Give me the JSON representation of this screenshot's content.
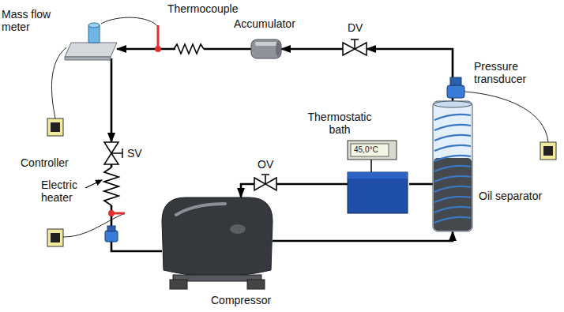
{
  "diagram": {
    "nodes": [
      {
        "text": [
          "Mass flow meter"
        ]
      },
      {
        "text": [
          "Accumulator"
        ]
      },
      {
        "text": [
          "DV"
        ]
      },
      {
        "text": [
          "Oil separator"
        ]
      },
      {
        "text": [
          "Thermostatic bath",
          "45,0°C"
        ]
      },
      {
        "text": [
          "OV"
        ]
      },
      {
        "text": [
          "Compressor"
        ]
      },
      {
        "text": [
          "SV"
        ]
      },
      {
        "text": [
          "Electric heater"
        ]
      }
    ],
    "edges": [
      {
        "from": 6,
        "to": 3,
        "arrow": "to"
      },
      {
        "from": 3,
        "to": 2,
        "arrow": "to"
      },
      {
        "from": 2,
        "to": 1,
        "arrow": "to"
      },
      {
        "from": 1,
        "to": 0,
        "arrow": "to"
      },
      {
        "from": 0,
        "to": 7,
        "arrow": "to"
      },
      {
        "from": 7,
        "to": 8,
        "arrow": "none"
      },
      {
        "from": 8,
        "to": 6,
        "arrow": "none"
      },
      {
        "from": 3,
        "to": 4,
        "arrow": "none"
      },
      {
        "from": 4,
        "to": 5,
        "arrow": "none"
      },
      {
        "from": 5,
        "to": 6,
        "arrow": "to"
      }
    ],
    "labels": [
      "Thermocouple",
      "Pressure transducer",
      "Controller"
    ]
  }
}
